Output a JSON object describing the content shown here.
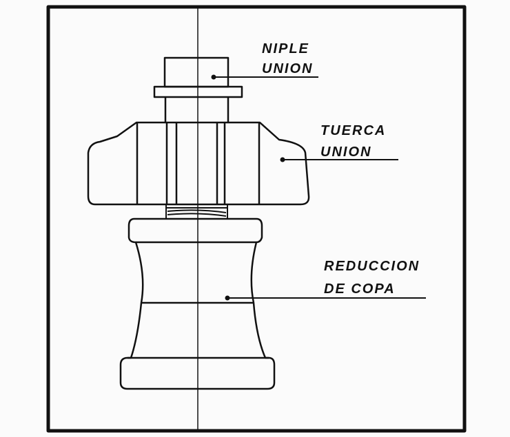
{
  "labels": {
    "niple_union": [
      "NIPLE",
      "UNION"
    ],
    "tuerca_union": [
      "TUERCA",
      "UNION"
    ],
    "reduccion_de_copa": [
      "REDUCCION",
      "DE COPA"
    ]
  }
}
